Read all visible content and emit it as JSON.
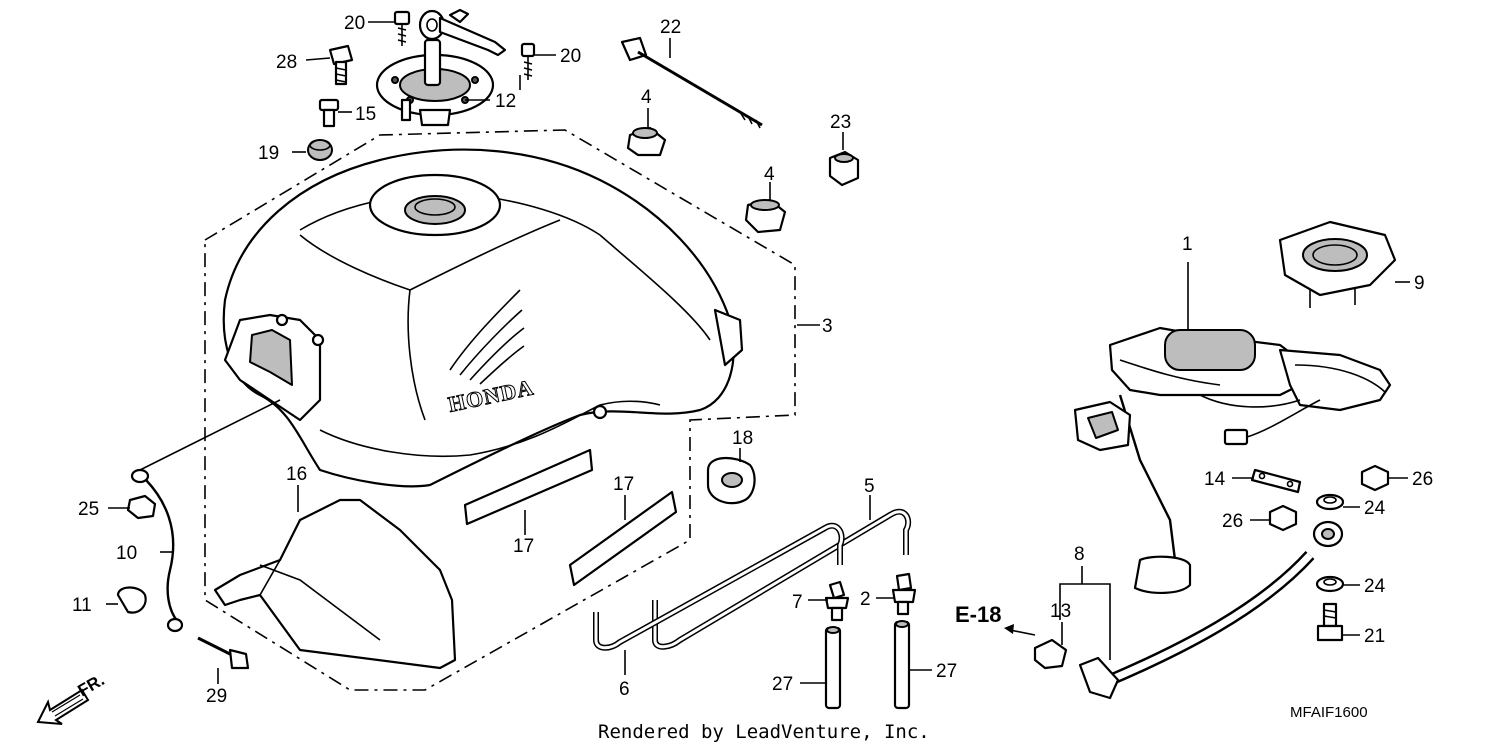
{
  "callouts": {
    "c1": "1",
    "c2": "2",
    "c3": "3",
    "c4a": "4",
    "c4b": "4",
    "c5": "5",
    "c6": "6",
    "c7": "7",
    "c8": "8",
    "c9": "9",
    "c10": "10",
    "c11": "11",
    "c12": "12",
    "c13": "13",
    "c14": "14",
    "c15": "15",
    "c16": "16",
    "c17a": "17",
    "c17b": "17",
    "c18": "18",
    "c19": "19",
    "c20a": "20",
    "c20b": "20",
    "c21": "21",
    "c22": "22",
    "c23": "23",
    "c24a": "24",
    "c24b": "24",
    "c25": "25",
    "c26a": "26",
    "c26b": "26",
    "c27a": "27",
    "c27b": "27",
    "c28": "28",
    "c29": "29"
  },
  "reference": "E-18",
  "front_marker": "FR.",
  "tank_brand": "HONDA",
  "diagram_code": "MFAIF1600",
  "credit": "Rendered by LeadVenture, Inc."
}
